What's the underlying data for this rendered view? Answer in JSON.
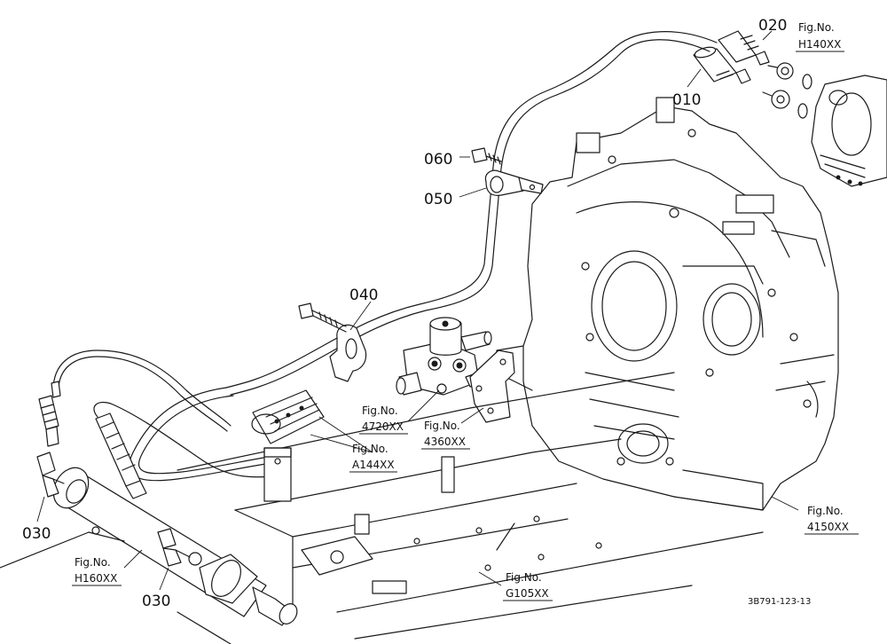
{
  "parts": {
    "p010": "010",
    "p020": "020",
    "p030a": "030",
    "p030b": "030",
    "p040": "040",
    "p050": "050",
    "p060": "060"
  },
  "figrefs": {
    "fig_prefix": "Fig.No.",
    "h140": "H140XX",
    "a144": "A144XX",
    "f4720": "4720XX",
    "f4360": "4360XX",
    "h160": "H160XX",
    "f4150": "4150XX",
    "g105": "G105XX"
  },
  "drawing_code": "3B791-123-13"
}
